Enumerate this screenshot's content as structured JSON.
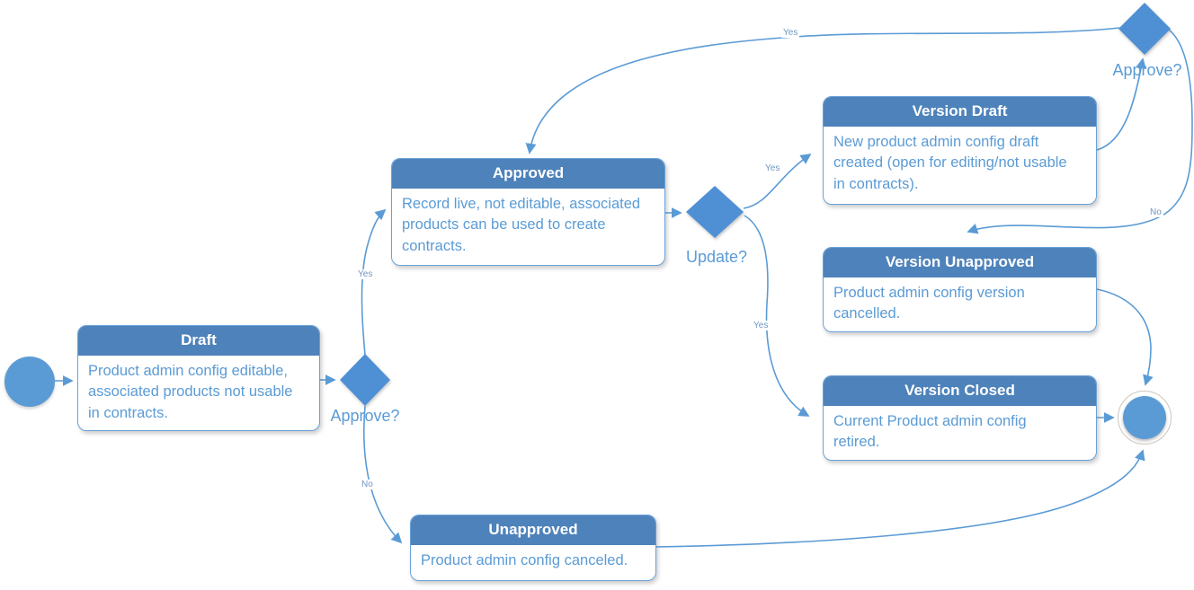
{
  "colors": {
    "accent_blue": "#5b9bd5",
    "header_fill": "#4e82ba",
    "header_text": "#ffffff",
    "connector": "#5b9bd5",
    "diamond_fill": "#4f90d5",
    "end_ring": "#cdc5bb"
  },
  "states": {
    "draft": {
      "title": "Draft",
      "description": "Product admin config editable, associated products not usable in contracts."
    },
    "approved": {
      "title": "Approved",
      "description": "Record live, not editable, associated products can be used to create contracts."
    },
    "unapproved": {
      "title": "Unapproved",
      "description": "Product admin config canceled."
    },
    "version_draft": {
      "title": "Version Draft",
      "description": "New product admin config draft created (open for editing/not usable in contracts)."
    },
    "version_unapproved": {
      "title": "Version Unapproved",
      "description": "Product admin config version cancelled."
    },
    "version_closed": {
      "title": "Version Closed",
      "description": "Current Product admin config retired."
    }
  },
  "decisions": {
    "approve1": {
      "label": "Approve?"
    },
    "update": {
      "label": "Update?"
    },
    "approve2": {
      "label": "Approve?"
    }
  },
  "edge_labels": {
    "approve1_yes": "Yes",
    "approve1_no": "No",
    "update_yes_version_draft": "Yes",
    "update_yes_version_closed": "Yes",
    "approve2_yes": "Yes",
    "approve2_no": "No"
  }
}
